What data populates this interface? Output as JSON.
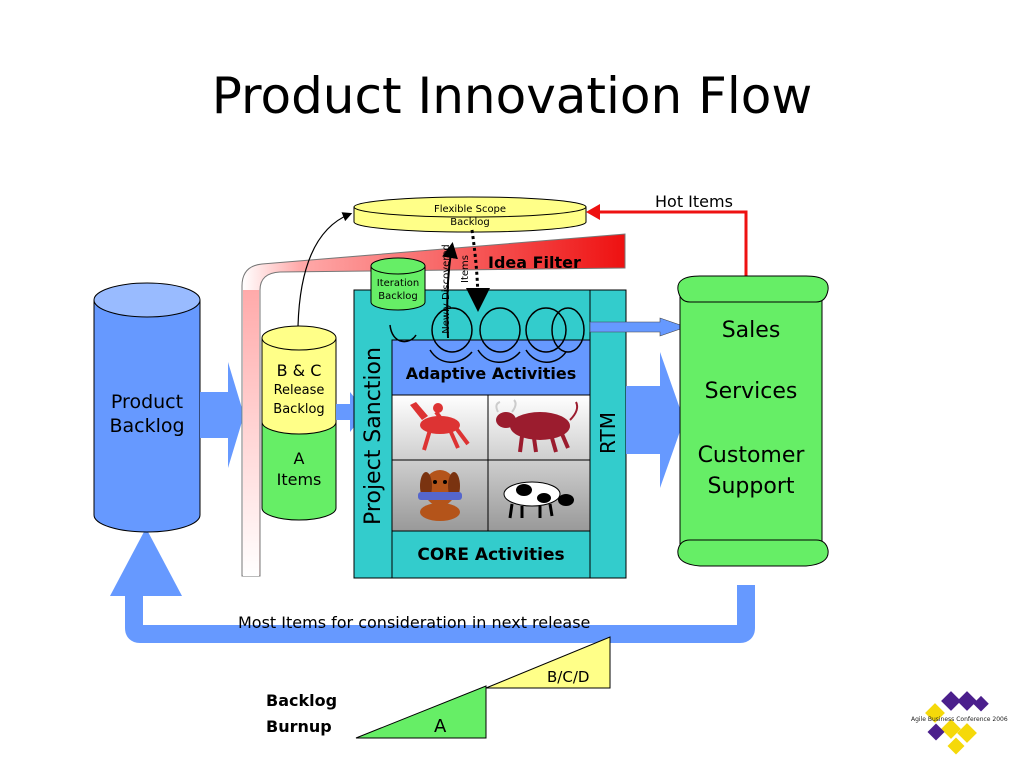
{
  "slide": {
    "title": "Product Innovation Flow"
  },
  "labels": {
    "product_backlog": [
      "Product",
      "Backlog"
    ],
    "bc_release": [
      "B & C",
      "Release",
      "Backlog"
    ],
    "a_items": [
      "A",
      "Items"
    ],
    "flexible_scope": [
      "Flexible Scope",
      "Backlog"
    ],
    "iteration_backlog": [
      "Iteration",
      "Backlog"
    ],
    "newly_discovered": "Newly Discovered",
    "items": "Items",
    "idea_filter": "Idea Filter",
    "hot_items": "Hot Items",
    "project_sanction": "Project Sanction",
    "adaptive_activities": "Adaptive Activities",
    "core_activities": "CORE Activities",
    "rtm": "RTM",
    "sales": "Sales",
    "services": "Services",
    "customer_support": [
      "Customer",
      "Support"
    ],
    "most_items": "Most Items for consideration in next release",
    "backlog_burnup": [
      "Backlog",
      "Burnup"
    ],
    "burnup_a": "A",
    "burnup_bcd": "B/C/D",
    "conf_logo_text": "Agile Business Conference 2006"
  },
  "icons": {
    "activity_images": [
      "horse-rider-icon",
      "bull-icon",
      "dog-icon",
      "cow-icon"
    ]
  },
  "colors": {
    "blue": "#6699ff",
    "green": "#66ee66",
    "yellow": "#ffff88",
    "teal": "#33cccc",
    "red": "#ee1111",
    "logo_purple": "#4b1f8c",
    "logo_yellow": "#f5d90a"
  }
}
